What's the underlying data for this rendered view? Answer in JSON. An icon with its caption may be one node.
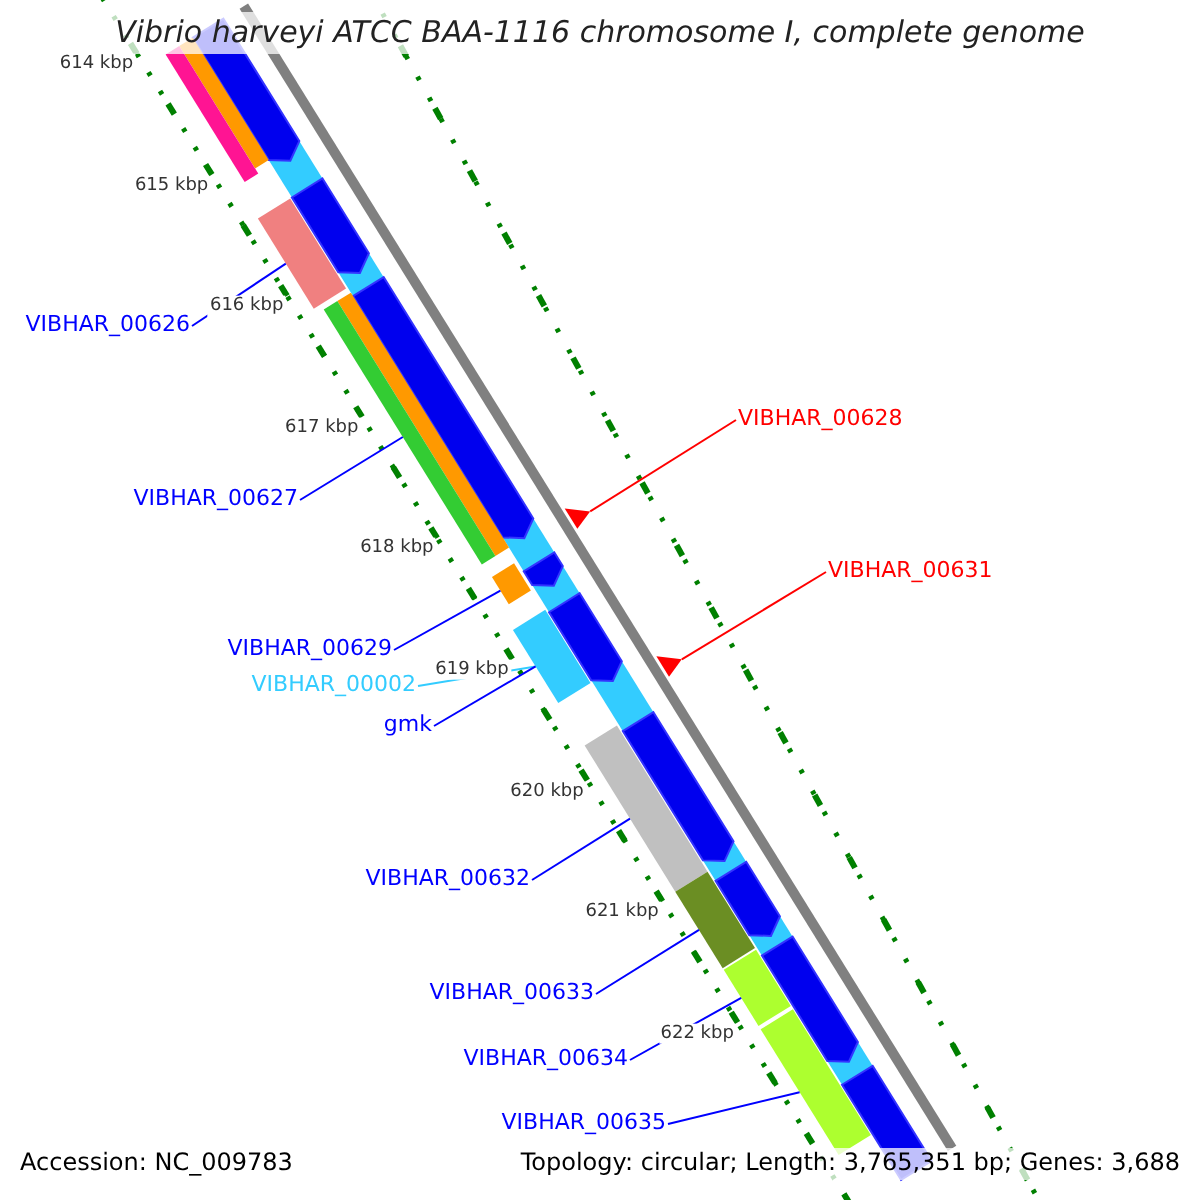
{
  "diagram": {
    "title": "Vibrio harveyi ATCC BAA-1116 chromosome I, complete genome",
    "nodes": [
      {
        "text": [
          "VIBHAR_00626"
        ]
      },
      {
        "text": [
          "VIBHAR_00627"
        ]
      },
      {
        "text": [
          "VIBHAR_00628"
        ]
      },
      {
        "text": [
          "VIBHAR_00631"
        ]
      },
      {
        "text": [
          "VIBHAR_00629"
        ]
      },
      {
        "text": [
          "VIBHAR_00002"
        ]
      },
      {
        "text": [
          "gmk"
        ]
      },
      {
        "text": [
          "VIBHAR_00632"
        ]
      },
      {
        "text": [
          "VIBHAR_00633"
        ]
      },
      {
        "text": [
          "VIBHAR_00634"
        ]
      },
      {
        "text": [
          "VIBHAR_00635"
        ]
      },
      {
        "text": [],
        "shape": "bar"
      },
      {
        "text": [],
        "shape": "bar"
      },
      {
        "text": [],
        "shape": "triangle"
      },
      {
        "text": [],
        "shape": "bar"
      },
      {
        "text": [],
        "shape": "bar"
      },
      {
        "text": [],
        "shape": "triangle"
      },
      {
        "text": [],
        "shape": "bar"
      },
      {
        "text": [],
        "shape": "bar"
      },
      {
        "text": [],
        "shape": "bar"
      },
      {
        "text": [],
        "shape": "bar"
      }
    ],
    "edges": [
      {
        "from": 0,
        "to": 11,
        "arrow": "none"
      },
      {
        "from": 1,
        "to": 12,
        "arrow": "none"
      },
      {
        "from": 2,
        "to": 13,
        "arrow": "none",
        "color": "#ff0000"
      },
      {
        "from": 3,
        "to": 16,
        "arrow": "none",
        "color": "#ff0000"
      },
      {
        "from": 4,
        "to": 14,
        "arrow": "none"
      },
      {
        "from": 5,
        "to": 15,
        "arrow": "none",
        "color": "#33ccff"
      },
      {
        "from": 6,
        "to": 15,
        "arrow": "none"
      },
      {
        "from": 7,
        "to": 17,
        "arrow": "none"
      },
      {
        "from": 8,
        "to": 18,
        "arrow": "none"
      },
      {
        "from": 9,
        "to": 19,
        "arrow": "none"
      },
      {
        "from": 10,
        "to": 20,
        "arrow": "none"
      }
    ],
    "labels": [
      "614 kbp",
      "615 kbp",
      "616 kbp",
      "617 kbp",
      "618 kbp",
      "619 kbp",
      "620 kbp",
      "621 kbp",
      "622 kbp",
      "Accession: NC_009783",
      "Topology: circular; Length: 3,765,351 bp; Genes: 3,688"
    ]
  }
}
